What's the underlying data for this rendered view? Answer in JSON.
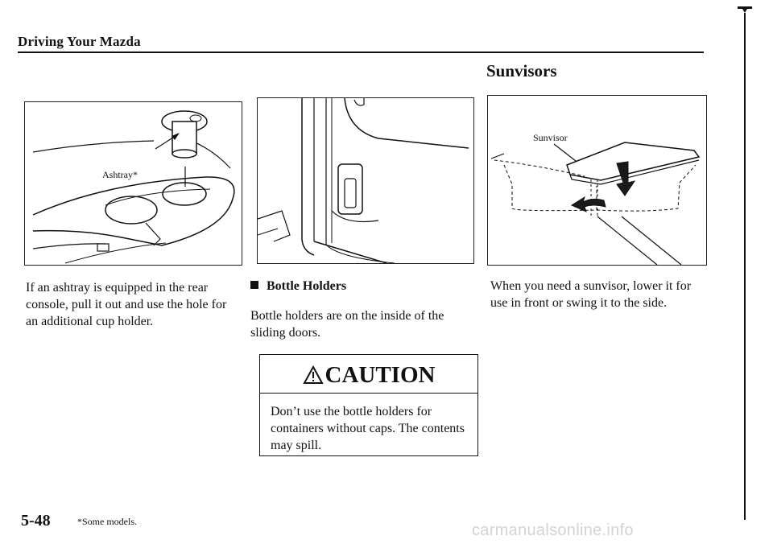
{
  "header": {
    "title": "Driving Your Mazda"
  },
  "section": {
    "title": "Sunvisors"
  },
  "figures": {
    "ashtray_label": "Ashtray*",
    "sunvisor_label": "Sunvisor"
  },
  "ashtray": {
    "text": "If an ashtray is equipped in the rear console, pull it out and use the hole for an additional cup holder."
  },
  "bottle_holders": {
    "heading": "Bottle Holders",
    "text": "Bottle holders are on the inside of the sliding doors."
  },
  "caution": {
    "title": "CAUTION",
    "text": "Don’t use the bottle holders for containers without caps. The contents may spill."
  },
  "sunvisor": {
    "text": "When you need a sunvisor, lower it for use in front or swing it to the side."
  },
  "footer": {
    "page_number": "5-48",
    "footnote": "*Some models.",
    "watermark": "carmanualsonline.info"
  }
}
